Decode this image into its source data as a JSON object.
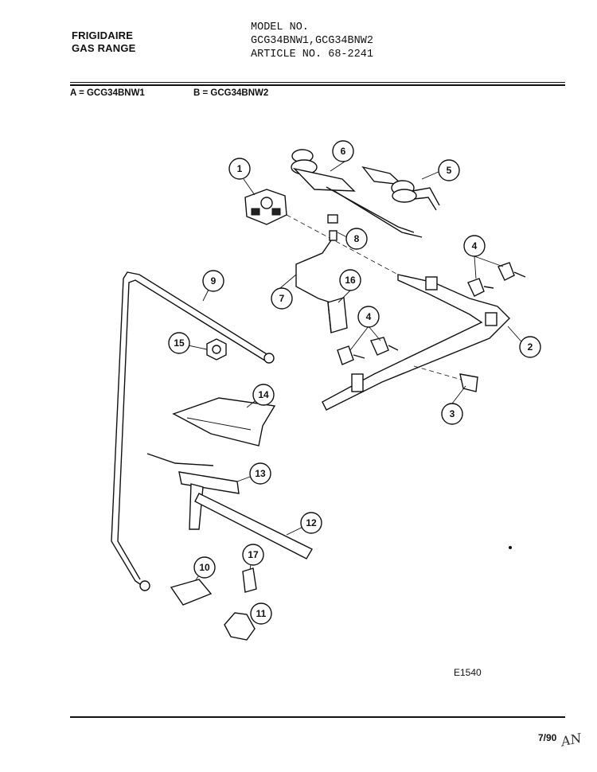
{
  "header": {
    "brand_line1": "FRIGIDAIRE",
    "brand_line2": "GAS RANGE",
    "model_label": "MODEL NO.",
    "model_numbers": "GCG34BNW1,GCG34BNW2",
    "article": "ARTICLE NO. 68-2241"
  },
  "legend": {
    "a": "A = GCG34BNW1",
    "b": "B = GCG34BNW2"
  },
  "callouts": [
    "1",
    "2",
    "3",
    "4",
    "4",
    "5",
    "6",
    "7",
    "8",
    "9",
    "10",
    "11",
    "12",
    "13",
    "14",
    "15",
    "16",
    "17"
  ],
  "footer": {
    "code": "E1540",
    "date": "7/90",
    "handwriting": "AN"
  }
}
